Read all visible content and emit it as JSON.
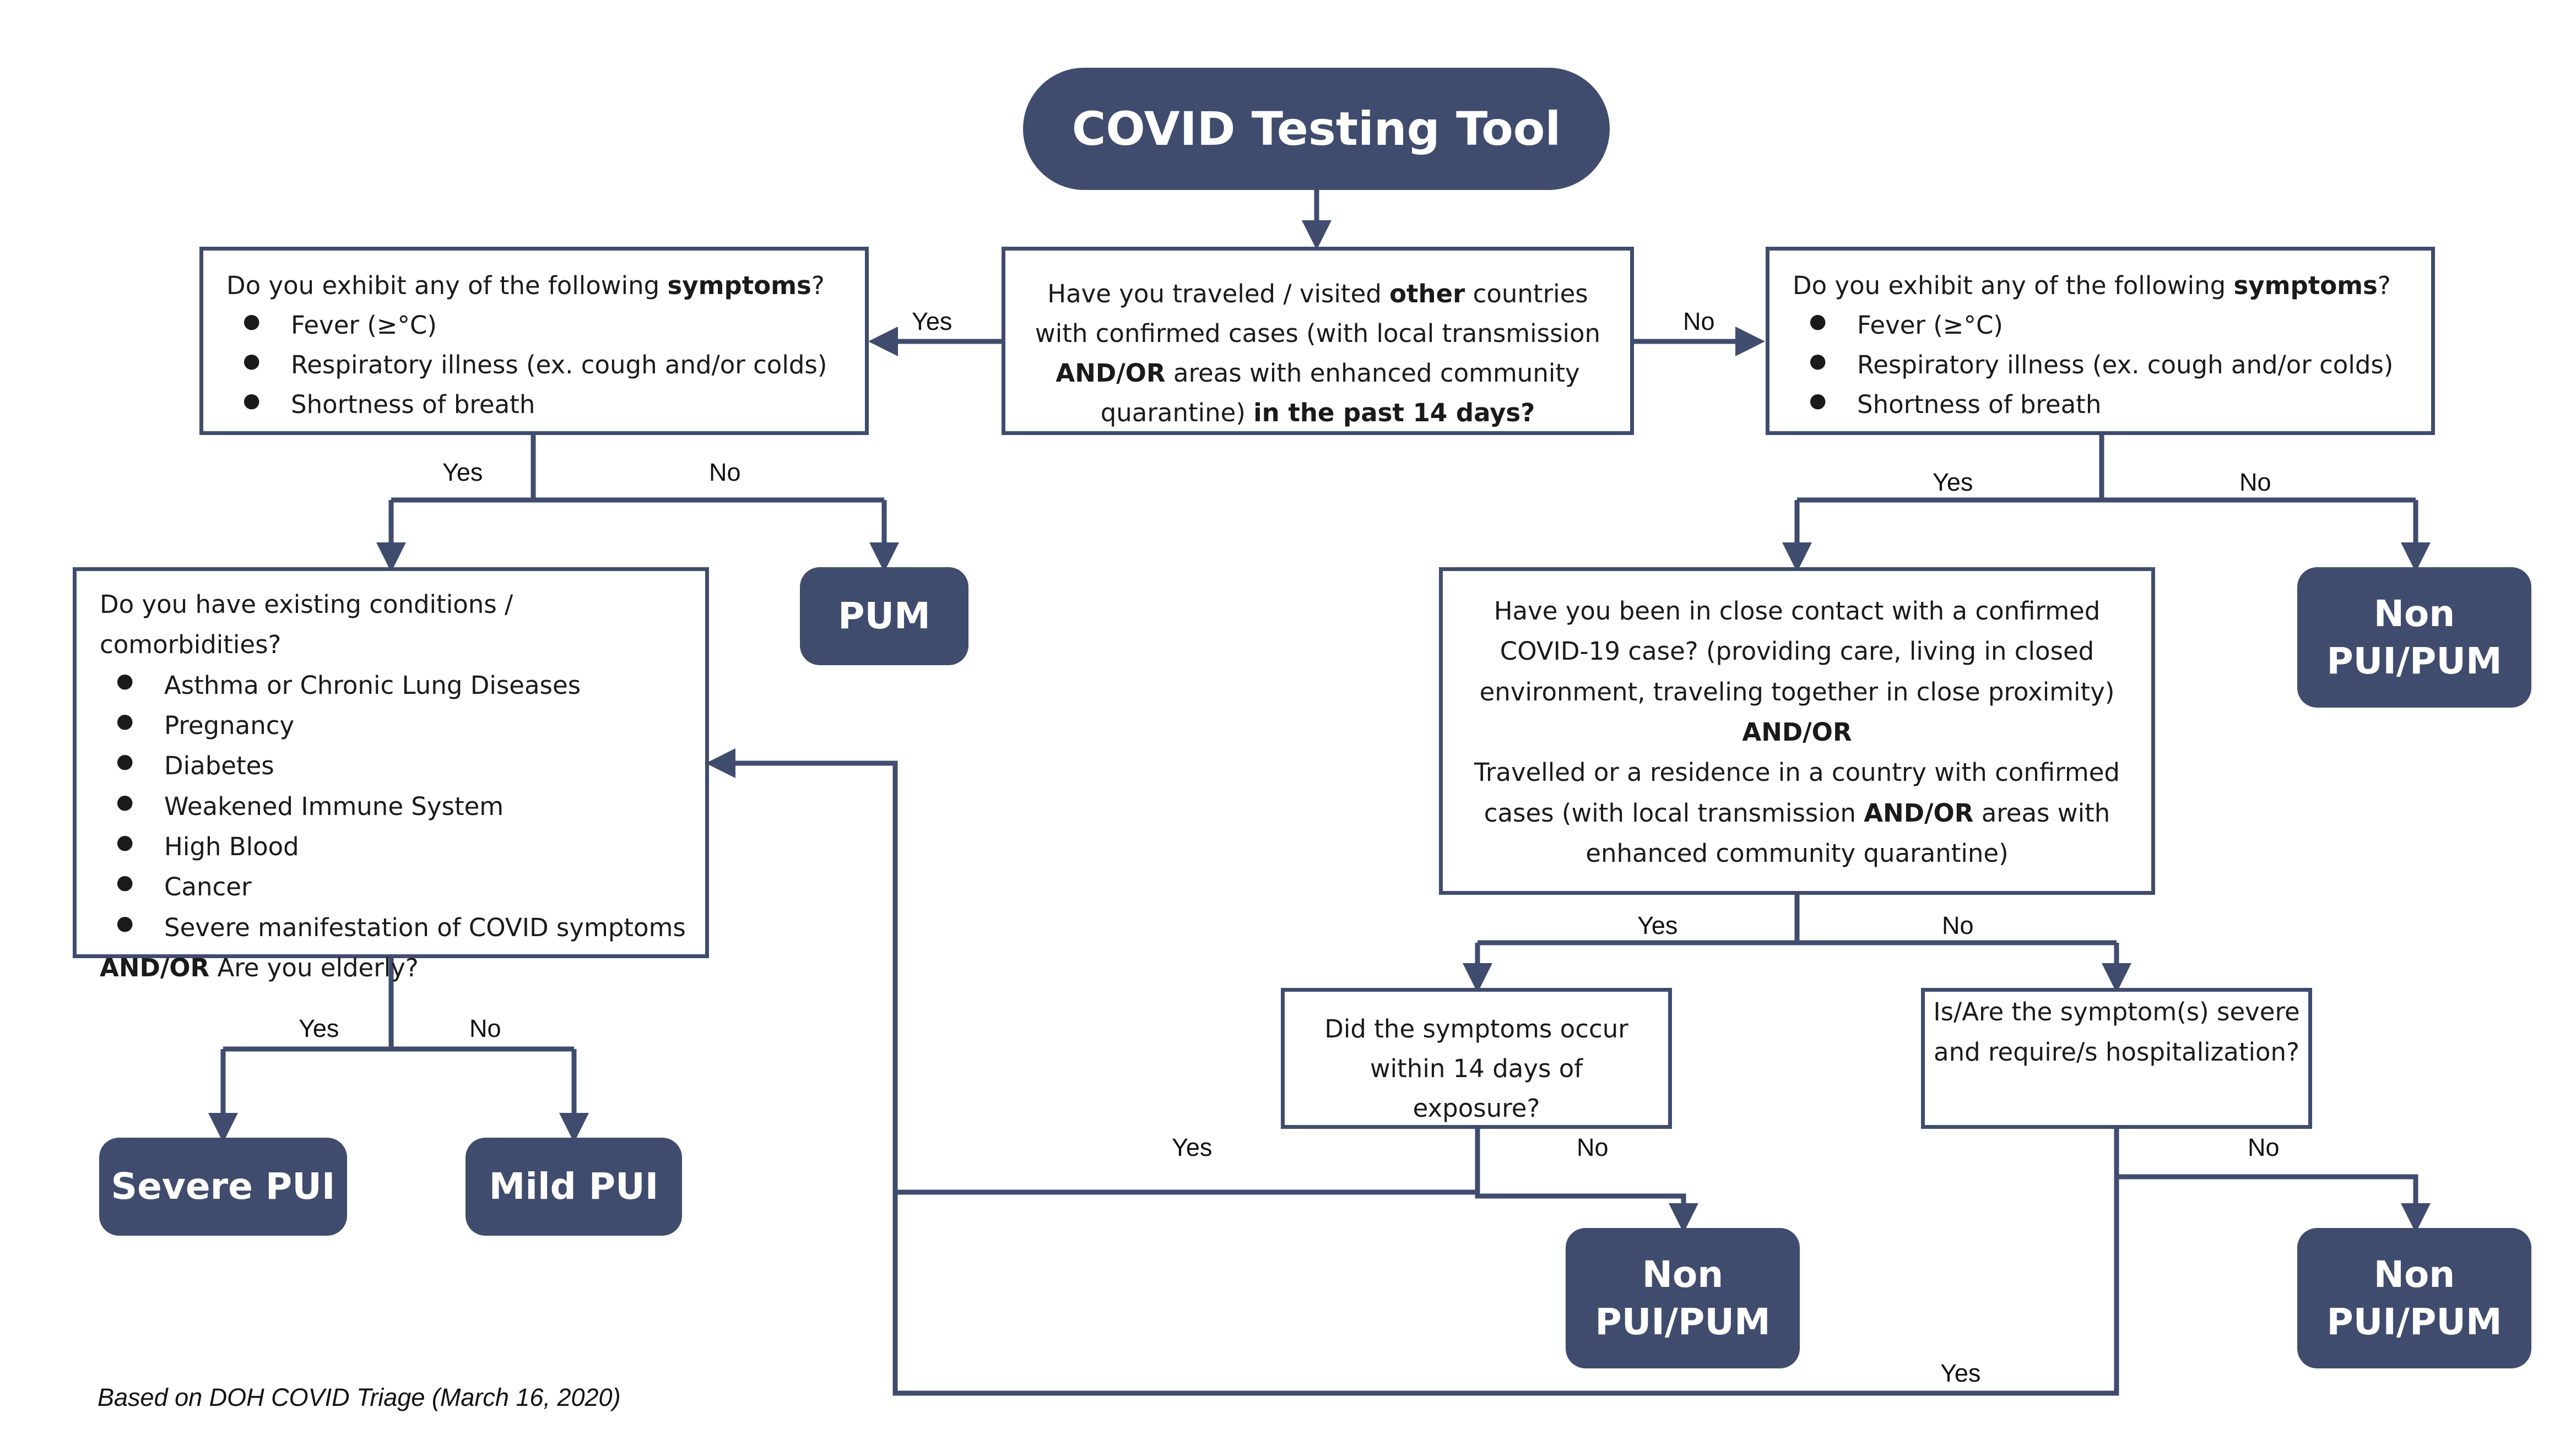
{
  "title": "COVID Testing Tool",
  "travel_q": {
    "p1": "Have you traveled / visited ",
    "b1": "other",
    "p2": " countries with confirmed cases (with local transmission ",
    "b2": "AND/OR",
    "p3": " areas with enhanced community quarantine) ",
    "b3": "in the past 14 days?"
  },
  "symptoms_q": {
    "pre": "Do you exhibit  any of the following ",
    "bold": "symptoms",
    "post": "?",
    "items": [
      "Fever (≥°C)",
      "Respiratory illness (ex. cough and/or colds)",
      "Shortness of breath"
    ]
  },
  "comorbid_q": {
    "heading": "Do you have existing conditions / comorbidities?",
    "items": [
      "Asthma or Chronic Lung Diseases",
      "Pregnancy",
      "Diabetes",
      "Weakened Immune System",
      "High Blood",
      "Cancer",
      "Severe manifestation of COVID symptoms"
    ],
    "tail_bold": "AND/OR",
    "tail": " Are you elderly?"
  },
  "contact_q": {
    "p1": "Have you been in close contact with a confirmed COVID-19 case? (providing care, living in closed environment, traveling together in close proximity)",
    "b1": "AND/OR",
    "p2": "Travelled or a residence in a country with confirmed cases (with local transmission ",
    "b2": "AND/OR",
    "p3": " areas with enhanced community quarantine)"
  },
  "exposure_q": "Did the symptoms occur within 14 days of exposure?",
  "severe_q": "Is/Are the symptom(s) severe and require/s hospitalization?",
  "outcomes": {
    "pum": "PUM",
    "non_pui_pum_line1": "Non",
    "non_pui_pum_line2": "PUI/PUM",
    "severe_pui": "Severe PUI",
    "mild_pui": "Mild PUI"
  },
  "labels": {
    "yes": "Yes",
    "no": "No"
  },
  "footnote": "Based on DOH COVID Triage (March 16, 2020)",
  "colors": {
    "primary": "#404c6e",
    "background": "#ffffff",
    "text": "#1a1a1a"
  }
}
